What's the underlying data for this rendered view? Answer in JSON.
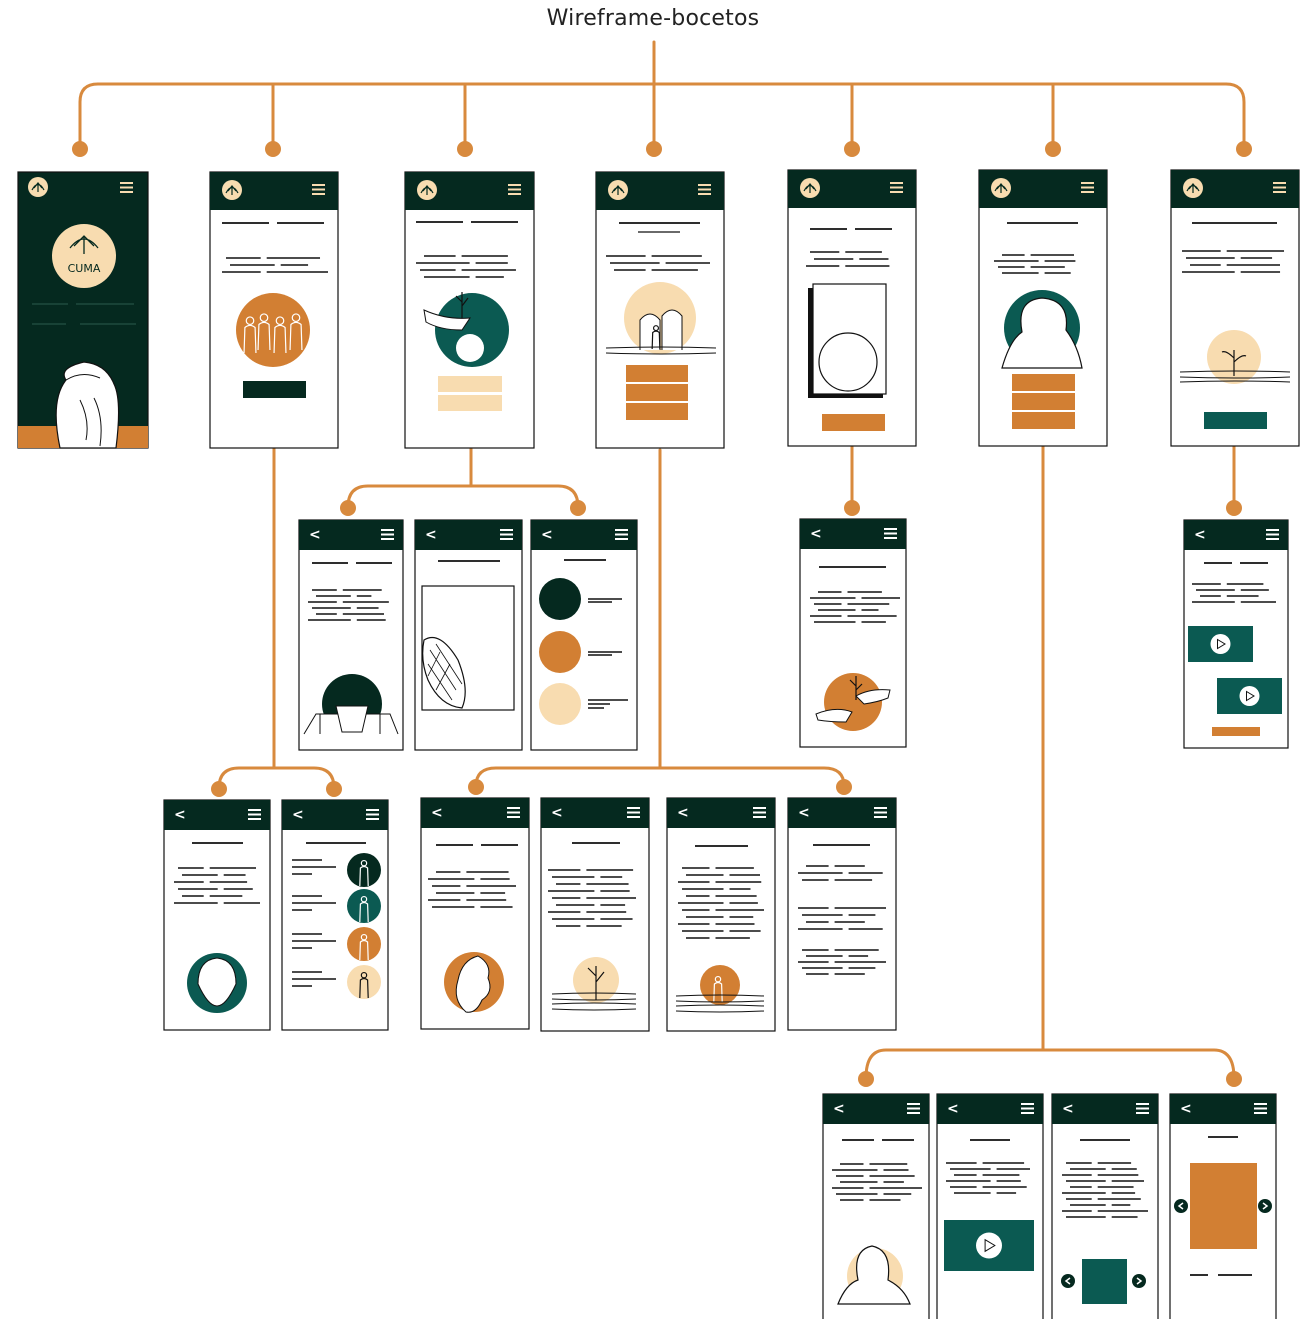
{
  "title": "Wireframe-bocetos",
  "colors": {
    "dark_green": "#05291f",
    "teal": "#0b5a52",
    "orange": "#d27f33",
    "cream": "#f8dcb0",
    "connector": "#d88a3e",
    "line": "#111111"
  },
  "logo_text": "CUMA",
  "icons": {
    "menu": "hamburger-menu-icon",
    "back": "back-arrow-icon",
    "logo": "wheat-logo-icon",
    "play": "play-icon",
    "prev": "chevron-left-icon",
    "next": "chevron-right-icon"
  },
  "back_glyph": "<",
  "sections": [
    {
      "id": "home",
      "children": []
    },
    {
      "id": "comunidad",
      "children": [
        "comunidad-historia",
        "comunidad-personas"
      ]
    },
    {
      "id": "cultivo",
      "children": [
        "cultivo-texto",
        "cultivo-maiz",
        "cultivo-colores"
      ]
    },
    {
      "id": "territorio",
      "children": [
        "territorio-mapa",
        "territorio-planta",
        "territorio-persona",
        "territorio-texto"
      ]
    },
    {
      "id": "tienda",
      "children": [
        "tienda-detalle"
      ]
    },
    {
      "id": "mujeres",
      "children": [
        "mujeres-perfil",
        "mujeres-video",
        "mujeres-galeria",
        "mujeres-carrusel"
      ]
    },
    {
      "id": "multimedia",
      "children": [
        "multimedia-videos"
      ]
    }
  ]
}
